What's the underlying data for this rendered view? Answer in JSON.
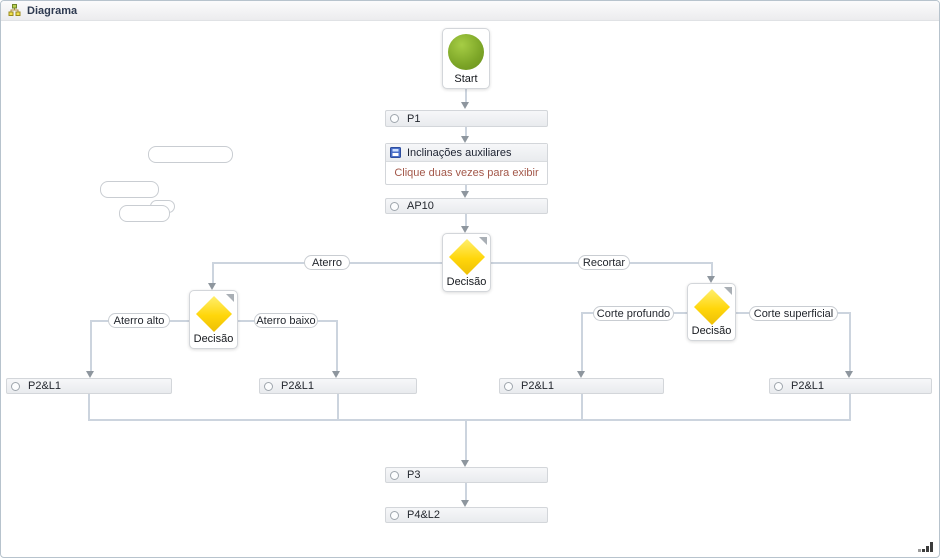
{
  "header": {
    "title": "Diagrama"
  },
  "flow": {
    "start": {
      "label": "Start"
    },
    "p1": {
      "label": "P1"
    },
    "aux": {
      "title": "Inclinações auxiliares",
      "hint": "Clique duas vezes para exibir"
    },
    "ap10": {
      "label": "AP10"
    },
    "decision": {
      "label": "Decisão"
    },
    "branch_labels": {
      "left": "Aterro",
      "right": "Recortar"
    },
    "decision_left": {
      "label": "Decisão",
      "branch_labels": {
        "left": "Aterro alto",
        "right": "Aterro baixo"
      }
    },
    "decision_right": {
      "label": "Decisão",
      "branch_labels": {
        "left": "Corte profundo",
        "right": "Corte superficial"
      }
    },
    "outcomes": [
      {
        "label": "P2&L1"
      },
      {
        "label": "P2&L1"
      },
      {
        "label": "P2&L1"
      },
      {
        "label": "P2&L1"
      }
    ],
    "p3": {
      "label": "P3"
    },
    "p4": {
      "label": "P4&L2"
    }
  },
  "icons": {
    "header": "org-chart-icon",
    "aux": "subdiagram-icon",
    "process": "radio-icon",
    "start": "green-circle-icon",
    "decision": "yellow-diamond-icon",
    "grip": "resize-grip-icon"
  },
  "colors": {
    "line": "#ccd4de",
    "arrow": "#8e969e",
    "node_border": "#d3d6da",
    "box_bg_top": "#f6f7f9",
    "box_bg_bottom": "#e9ebee",
    "diamond_top": "#ffef6e",
    "diamond_mid": "#ffd60a",
    "diamond_bottom": "#edbf07",
    "start_green_light": "#a6cd45",
    "start_green": "#7ca527",
    "hint_text": "#a3584a",
    "title_text": "#2e3a50",
    "pill_border": "#c9cdd2"
  }
}
